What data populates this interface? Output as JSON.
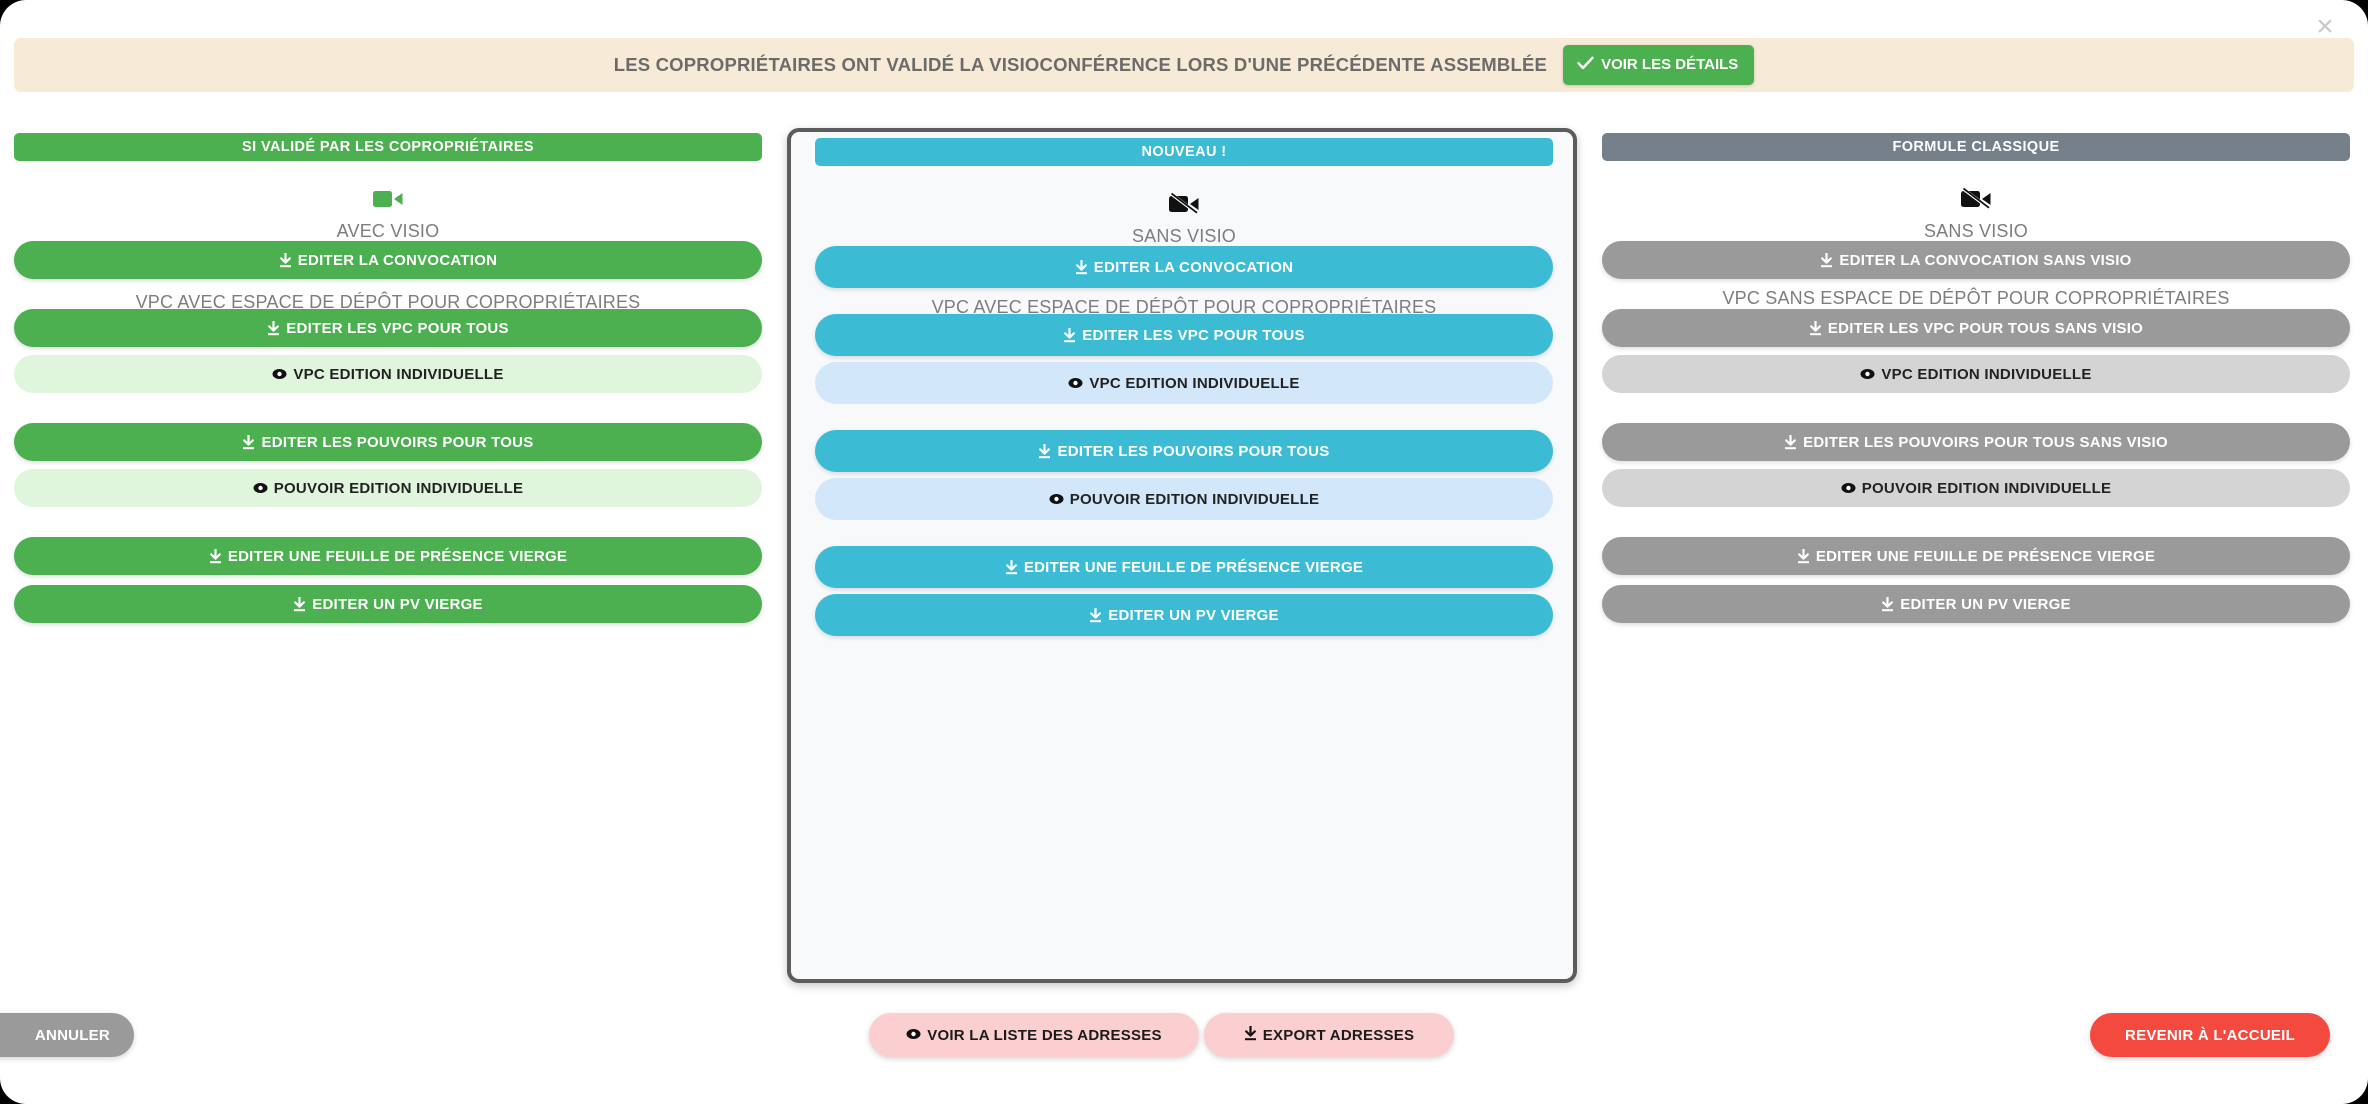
{
  "close_label": "×",
  "banner": {
    "text": "LES COPROPRIÉTAIRES ONT VALIDÉ LA VISIOCONFÉRENCE LORS D'UNE PRÉCÉDENTE ASSEMBLÉE",
    "button_label": "VOIR LES DÉTAILS",
    "button_icon": "check-icon",
    "bg_color": "#f7ead7",
    "button_color": "#4caf50"
  },
  "columns": {
    "left": {
      "header": "SI VALIDÉ PAR LES COPROPRIÉTAIRES",
      "header_color": "#4caf50",
      "visio_icon": "video-camera-icon",
      "visio_label": "AVEC VISIO",
      "signature_icon": "signature-icon",
      "vpc_label": "VPC AVEC ESPACE DE DÉPÔT POUR COPROPRIÉTAIRES",
      "buttons": [
        {
          "label": "EDITER LA CONVOCATION",
          "icon": "download-icon",
          "style": "solid"
        },
        {
          "label": "EDITER LES VPC POUR TOUS",
          "icon": "download-icon",
          "style": "solid"
        },
        {
          "label": "VPC EDITION INDIVIDUELLE",
          "icon": "eye-icon",
          "style": "light"
        },
        {
          "label": "EDITER LES POUVOIRS POUR TOUS",
          "icon": "download-icon",
          "style": "solid"
        },
        {
          "label": "POUVOIR EDITION INDIVIDUELLE",
          "icon": "eye-icon",
          "style": "light"
        },
        {
          "label": "EDITER UNE FEUILLE DE PRÉSENCE VIERGE",
          "icon": "download-icon",
          "style": "solid"
        },
        {
          "label": "EDITER UN PV VIERGE",
          "icon": "download-icon",
          "style": "solid"
        }
      ]
    },
    "center": {
      "header": "NOUVEAU !",
      "header_color": "#3bbcd4",
      "visio_icon": "video-camera-off-icon",
      "visio_label": "SANS VISIO",
      "signature_icon": "signature-icon",
      "vpc_label": "VPC AVEC ESPACE DE DÉPÔT POUR COPROPRIÉTAIRES",
      "buttons": [
        {
          "label": "EDITER LA CONVOCATION",
          "icon": "download-icon",
          "style": "solid"
        },
        {
          "label": "EDITER LES VPC POUR TOUS",
          "icon": "download-icon",
          "style": "solid"
        },
        {
          "label": "VPC EDITION INDIVIDUELLE",
          "icon": "eye-icon",
          "style": "light"
        },
        {
          "label": "EDITER LES POUVOIRS POUR TOUS",
          "icon": "download-icon",
          "style": "solid"
        },
        {
          "label": "POUVOIR EDITION INDIVIDUELLE",
          "icon": "eye-icon",
          "style": "light"
        },
        {
          "label": "EDITER UNE FEUILLE DE PRÉSENCE VIERGE",
          "icon": "download-icon",
          "style": "solid"
        },
        {
          "label": "EDITER UN PV VIERGE",
          "icon": "download-icon",
          "style": "solid"
        }
      ]
    },
    "right": {
      "header": "FORMULE CLASSIQUE",
      "header_color": "#76808b",
      "visio_icon": "video-camera-off-icon",
      "visio_label": "SANS VISIO",
      "vpc_label": "VPC SANS ESPACE DE DÉPÔT POUR COPROPRIÉTAIRES",
      "buttons": [
        {
          "label": "EDITER LA CONVOCATION SANS VISIO",
          "icon": "download-icon",
          "style": "solid"
        },
        {
          "label": "EDITER LES VPC POUR TOUS SANS VISIO",
          "icon": "download-icon",
          "style": "solid"
        },
        {
          "label": "VPC EDITION INDIVIDUELLE",
          "icon": "eye-icon",
          "style": "light"
        },
        {
          "label": "EDITER LES POUVOIRS POUR TOUS SANS VISIO",
          "icon": "download-icon",
          "style": "solid"
        },
        {
          "label": "POUVOIR EDITION INDIVIDUELLE",
          "icon": "eye-icon",
          "style": "light"
        },
        {
          "label": "EDITER UNE FEUILLE DE PRÉSENCE VIERGE",
          "icon": "download-icon",
          "style": "solid"
        },
        {
          "label": "EDITER UN PV VIERGE",
          "icon": "download-icon",
          "style": "solid"
        }
      ]
    }
  },
  "footer": {
    "cancel_label": "ANNULER",
    "addresses_label": "VOIR LA LISTE DES ADRESSES",
    "addresses_icon": "eye-icon",
    "export_label": "EXPORT ADRESSES",
    "export_icon": "download-icon",
    "home_label": "REVENIR À L'ACCUEIL",
    "home_color": "#f4493f"
  }
}
